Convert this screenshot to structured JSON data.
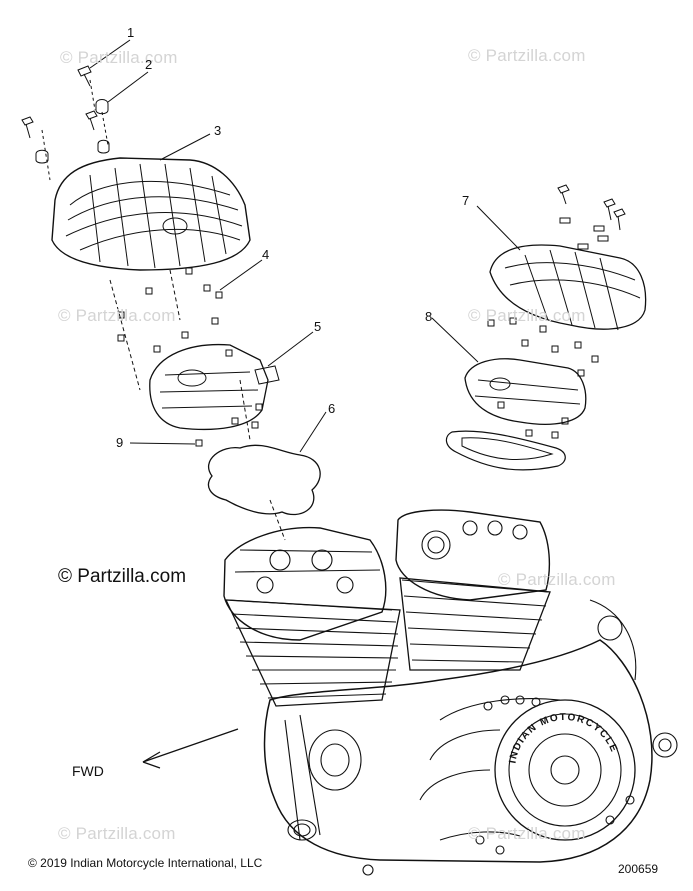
{
  "callouts": [
    "1",
    "2",
    "3",
    "4",
    "5",
    "6",
    "7",
    "8",
    "9"
  ],
  "watermark_text": "© Partzilla.com",
  "main_watermark": "© Partzilla.com",
  "fwd_label": "FWD",
  "copyright": "© 2019 Indian Motorcycle International, LLC",
  "diagram_number": "200659",
  "engine_badge_text": "INDIAN MOTORCYCLE",
  "colors": {
    "ink": "#111111",
    "watermark": "#d4d4d4",
    "background": "#ffffff"
  }
}
